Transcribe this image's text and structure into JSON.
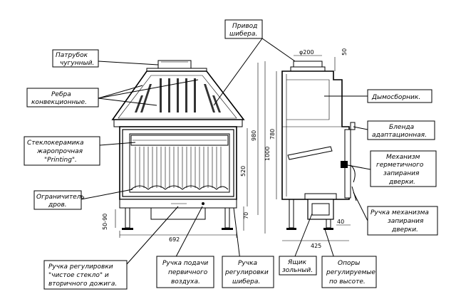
{
  "labels": {
    "privod_1": "Привод",
    "privod_2": "шибера.",
    "patrubok_1": "Патрубок",
    "patrubok_2": "чугунный.",
    "rebra_1": "Ребра",
    "rebra_2": "конвекционные.",
    "steklo_1": "Стеклокерамика",
    "steklo_2": "жаропрочная",
    "steklo_3": "\"Printing\".",
    "ogran_1": "Ограничитель",
    "ogran_2": "дров.",
    "dymosb": "Дымосборник.",
    "blenda_1": "Бленда",
    "blenda_2": "адаптационная.",
    "meh_1": "Механизм",
    "meh_2": "герметичного",
    "meh_3": "запирания",
    "meh_4": "дверки.",
    "ruchka_meh_1": "Ручка механизма",
    "ruchka_meh_2": "запирания",
    "ruchka_meh_3": "дверки.",
    "ruchka_reg_1": "Ручка регулировки",
    "ruchka_reg_2": "\"чистое стекло\" и",
    "ruchka_reg_3": "вторичного дожига.",
    "ruchka_pod_1": "Ручка подачи",
    "ruchka_pod_2": "первичного",
    "ruchka_pod_3": "воздуха.",
    "ruchka_shib_1": "Ручка",
    "ruchka_shib_2": "регулировки",
    "ruchka_shib_3": "шибера.",
    "yashik_1": "Ящик",
    "yashik_2": "зольный.",
    "opory_1": "Опоры",
    "opory_2": "регулируемые",
    "opory_3": "по высоте."
  },
  "dimensions": {
    "d50_90": "50-90",
    "d692": "692",
    "d520": "520",
    "d980": "980",
    "d1000": "1000",
    "d70": "70",
    "d780": "780",
    "d200": "φ200",
    "d50": "50",
    "d40": "40",
    "d425": "425"
  }
}
